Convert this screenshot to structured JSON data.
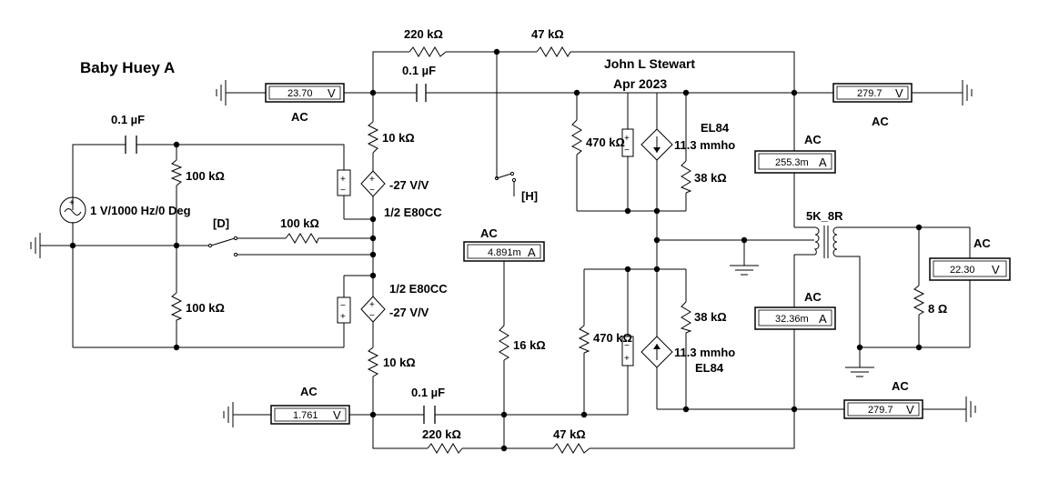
{
  "title": "Baby Huey A",
  "author": "John L Stewart",
  "date": "Apr 2023",
  "components": {
    "r_top_left": "220 kΩ",
    "r_top_right": "47 kΩ",
    "c_top": "0.1 µF",
    "c_input": "0.1 µF",
    "r_10k_top": "10 kΩ",
    "r_100k_top": "100 kΩ",
    "r_100k_bottom": "100 kΩ",
    "r_100k_mid": "100 kΩ",
    "source": "1 V/1000 Hz/0 Deg",
    "switch_d": "[D]",
    "switch_h": "[H]",
    "vcvs_top": "-27 V/V",
    "vcvs_bottom": "-27 V/V",
    "triode_top": "1/2 E80CC",
    "triode_bottom": "1/2 E80CC",
    "r_470k_top": "470 kΩ",
    "r_470k_bottom": "470 kΩ",
    "gm_top": "11.3 mmho",
    "gm_bottom": "11.3 mmho",
    "tube_top": "EL84",
    "tube_bottom": "EL84",
    "r_38k_top": "38 kΩ",
    "r_38k_bottom": "38 kΩ",
    "r_16k": "16 kΩ",
    "r_10k_bottom": "10 kΩ",
    "c_bottom": "0.1 µF",
    "r_bottom_left": "220 kΩ",
    "r_bottom_right": "47 kΩ",
    "transformer": "5K_8R",
    "r_load": "8 Ω"
  },
  "meters": {
    "v_top_left": {
      "mode": "AC",
      "value": "23.70",
      "unit": "V"
    },
    "v_top_right": {
      "mode": "AC",
      "value": "279.7",
      "unit": "V"
    },
    "a_top": {
      "mode": "AC",
      "value": "255.3m",
      "unit": "A"
    },
    "a_mid": {
      "mode": "AC",
      "value": "4.891m",
      "unit": "A"
    },
    "v_out": {
      "mode": "AC",
      "value": "22.30",
      "unit": "V"
    },
    "a_bottom": {
      "mode": "AC",
      "value": "32.36m",
      "unit": "A"
    },
    "v_bot_left": {
      "mode": "AC",
      "value": "1.761",
      "unit": "V"
    },
    "v_bot_right": {
      "mode": "AC",
      "value": "279.7",
      "unit": "V"
    }
  },
  "symbols": {
    "plus": "+",
    "minus": "−",
    "tilde": "~"
  }
}
